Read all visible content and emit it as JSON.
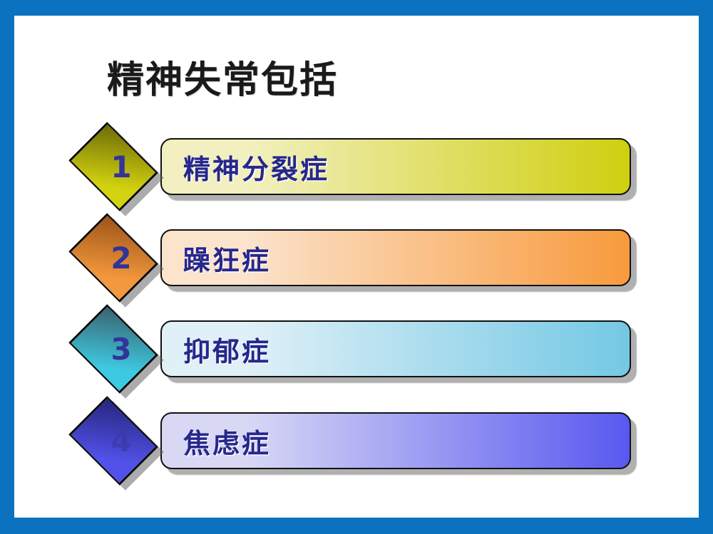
{
  "slide": {
    "title": "精神失常包括",
    "border_color": "#0b72c0",
    "background_color": "#ffffff",
    "title_color": "#1a1a1a",
    "label_text_color": "#26278c",
    "number_text_color": "#333399"
  },
  "items": [
    {
      "number": "1",
      "label": "精神分裂症",
      "bar_gradient_start": "#f2f0c0",
      "bar_gradient_end": "#cfcf10",
      "diamond_gradient_start": "#6e6c06",
      "diamond_gradient_end": "#d2d211"
    },
    {
      "number": "2",
      "label": "躁狂症",
      "bar_gradient_start": "#fbe3cc",
      "bar_gradient_end": "#f89a3c",
      "diamond_gradient_start": "#9d5418",
      "diamond_gradient_end": "#f3983c"
    },
    {
      "number": "3",
      "label": "抑郁症",
      "bar_gradient_start": "#dff0f7",
      "bar_gradient_end": "#74c8e4",
      "diamond_gradient_start": "#3a636e",
      "diamond_gradient_end": "#3ec9e2"
    },
    {
      "number": "4",
      "label": "焦虑症",
      "bar_gradient_start": "#d8d8f5",
      "bar_gradient_end": "#5858f0",
      "diamond_gradient_start": "#26267e",
      "diamond_gradient_end": "#5252ea"
    }
  ]
}
